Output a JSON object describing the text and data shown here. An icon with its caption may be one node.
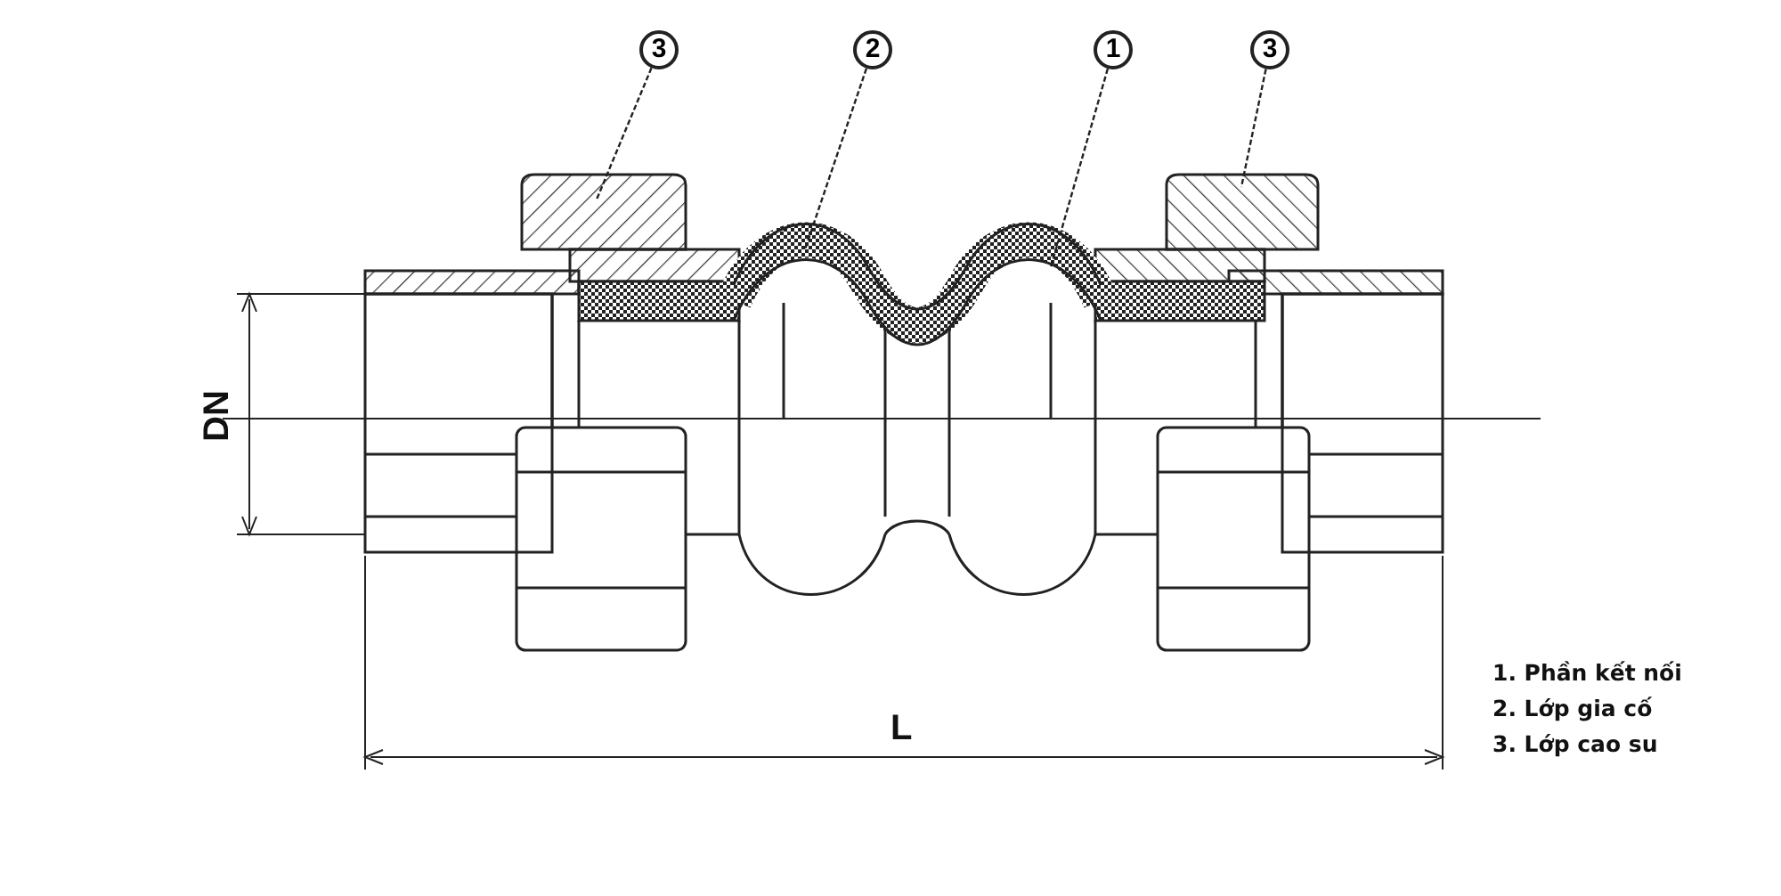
{
  "diagram": {
    "nodes": [
      {
        "text": [
          "3"
        ]
      },
      {
        "text": [
          "2"
        ]
      },
      {
        "text": [
          "1"
        ]
      },
      {
        "text": [
          "3"
        ]
      }
    ],
    "edges": [
      {
        "from": 0,
        "to": null,
        "arrow": "none"
      },
      {
        "from": 1,
        "to": null,
        "arrow": "none"
      },
      {
        "from": 2,
        "to": null,
        "arrow": "none"
      },
      {
        "from": 3,
        "to": null,
        "arrow": "none"
      }
    ],
    "labels": [
      "DN",
      "1. Phần kết nối",
      "2. Lớp gia cố",
      "3. Lớp cao su",
      "L"
    ]
  }
}
